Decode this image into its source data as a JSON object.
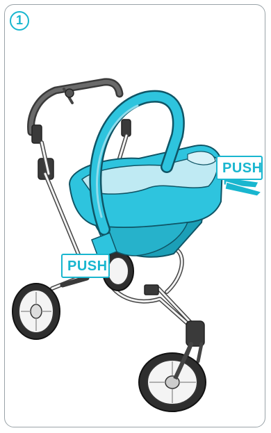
{
  "step": {
    "number": "1"
  },
  "labels": {
    "push_right": "PUSH",
    "push_left": "PUSH"
  },
  "colors": {
    "accent": "#19b6cf",
    "seat_main": "#2ec4de",
    "seat_light": "#bfeaf3",
    "frame_outline": "#333333",
    "border": "#9aa3a8"
  },
  "icons": {
    "push_arrows": "push-arrows-icon",
    "stroller": "stroller-illustration"
  }
}
